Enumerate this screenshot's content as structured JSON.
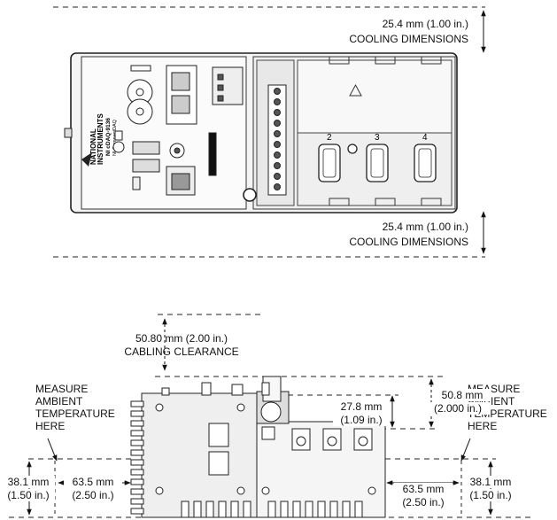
{
  "top_view": {
    "cooling_top_value": "25.4 mm (1.00 in.)",
    "cooling_top_label": "COOLING DIMENSIONS",
    "cooling_bottom_value": "25.4 mm (1.00 in.)",
    "cooling_bottom_label": "COOLING DIMENSIONS",
    "brand_line1": "NATIONAL",
    "brand_line2": "INSTRUMENTS",
    "model_line1": "NI cDAQ-9136",
    "model_line2": "NI CompactDAQ",
    "slot_numbers": [
      "2",
      "3",
      "4"
    ]
  },
  "side_view": {
    "cabling_value": "50.80 mm (2.00 in.)",
    "cabling_label": "CABLING CLEARANCE",
    "left_ambient": [
      "MEASURE",
      "AMBIENT",
      "TEMPERATURE",
      "HERE"
    ],
    "right_ambient": [
      "MEASURE",
      "AMBIENT",
      "TEMPERATURE",
      "HERE"
    ],
    "left_vertical_mm": "38.1 mm",
    "left_vertical_in": "(1.50 in.)",
    "left_horizontal_mm": "63.5 mm",
    "left_horizontal_in": "(2.50 in.)",
    "right_horizontal_mm": "63.5 mm",
    "right_horizontal_in": "(2.50 in.)",
    "right_vertical_mm": "38.1 mm",
    "right_vertical_in": "(1.50 in.)",
    "inner_vertical_mm": "27.8 mm",
    "inner_vertical_in": "(1.09 in.)",
    "outer_vertical_mm": "50.8 mm",
    "outer_vertical_in": "(2.000 in.)"
  }
}
